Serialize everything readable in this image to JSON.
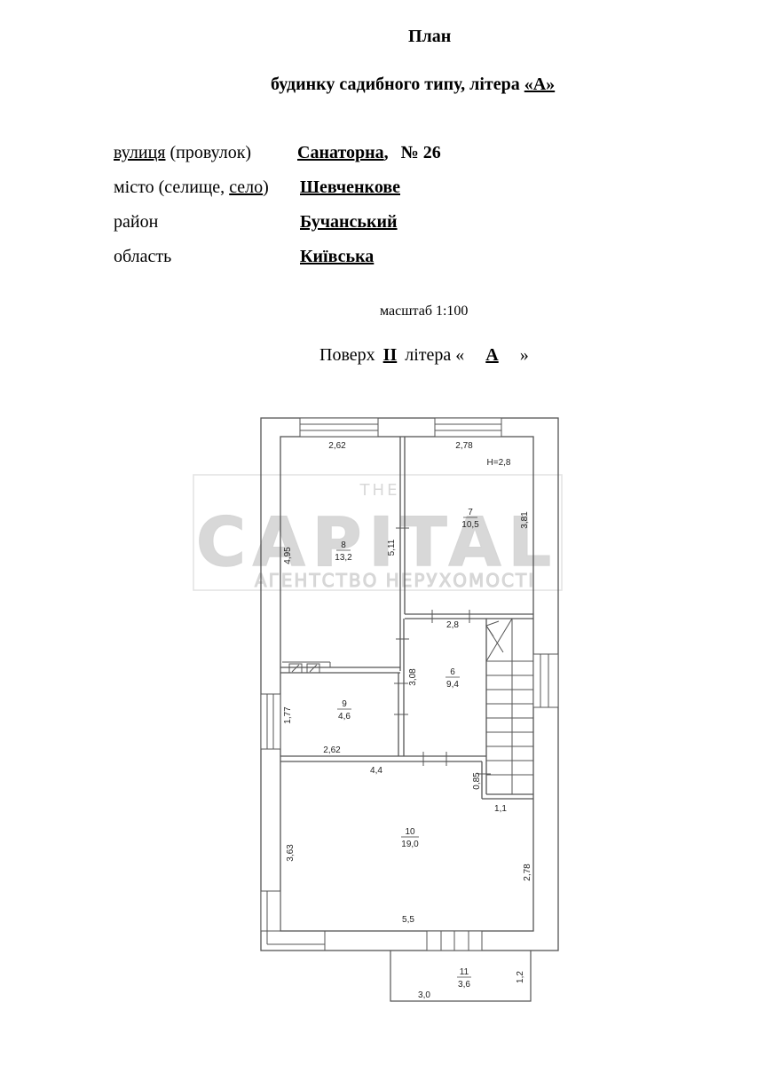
{
  "header": {
    "title": "План",
    "subtitle_prefix": "будинку садибного типу, літера ",
    "subtitle_letter": "«А»"
  },
  "address": {
    "street_label_u": "вулиця",
    "street_label_rest": " (провулок)",
    "street_value": "Санаторна",
    "street_comma": ",",
    "house_number": "№ 26",
    "city_label_a": "місто (селище, ",
    "city_label_u": "село",
    "city_label_b": ")",
    "city_value": "Шевченкове",
    "district_label": "район",
    "district_value": "Бучанський",
    "region_label": "область",
    "region_value": "Київська"
  },
  "scale": "масштаб 1:100",
  "floor": {
    "label": "Поверх",
    "number": "II",
    "letter_label": "літера «",
    "letter": "A",
    "close": "»"
  },
  "watermark": {
    "top": "THE",
    "main": "CAPITAL",
    "sub": "АГЕНТСТВО НЕРУХОМОСТІ"
  },
  "rooms": [
    {
      "id": "8",
      "area": "13,2"
    },
    {
      "id": "7",
      "area": "10,5"
    },
    {
      "id": "6",
      "area": "9,4"
    },
    {
      "id": "9",
      "area": "4,6"
    },
    {
      "id": "10",
      "area": "19,0"
    },
    {
      "id": "11",
      "area": "3,6"
    }
  ],
  "dimensions": {
    "r8_width": "2,62",
    "r8_height_left": "4,95",
    "r8_height_right": "5,11",
    "r7_width": "2,78",
    "r7_ceiling": "H=2,8",
    "r7_height": "3,81",
    "r6_width": "2,8",
    "r6_height": "3,08",
    "r9_height": "1,77",
    "r9_width": "2,62",
    "r10_top": "4,4",
    "r10_step": "0,85",
    "r10_stair": "1,1",
    "r10_left": "3,63",
    "r10_right": "2,78",
    "r10_bottom": "5,5",
    "r11_height": "1,2",
    "r11_width": "3,0"
  }
}
